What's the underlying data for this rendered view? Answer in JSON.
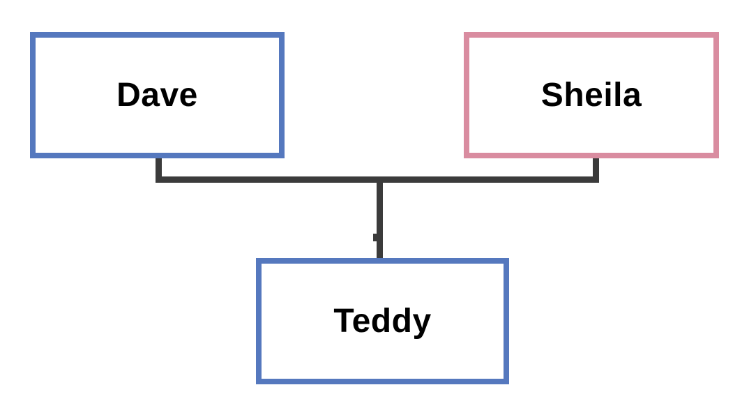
{
  "diagram": {
    "kind": "family-tree",
    "nodes": [
      {
        "id": "dave",
        "label": "Dave",
        "border_color": "#5578be",
        "fill": "#ffffff"
      },
      {
        "id": "sheila",
        "label": "Sheila",
        "border_color": "#d98ca0",
        "fill": "#ffffff"
      },
      {
        "id": "teddy",
        "label": "Teddy",
        "border_color": "#5578be",
        "fill": "#ffffff"
      }
    ],
    "edges": [
      {
        "from": "dave",
        "to": "teddy"
      },
      {
        "from": "sheila",
        "to": "teddy"
      }
    ],
    "colors": {
      "background": "#ffffff",
      "connector": "#3b3b3b",
      "text": "#000000"
    }
  }
}
